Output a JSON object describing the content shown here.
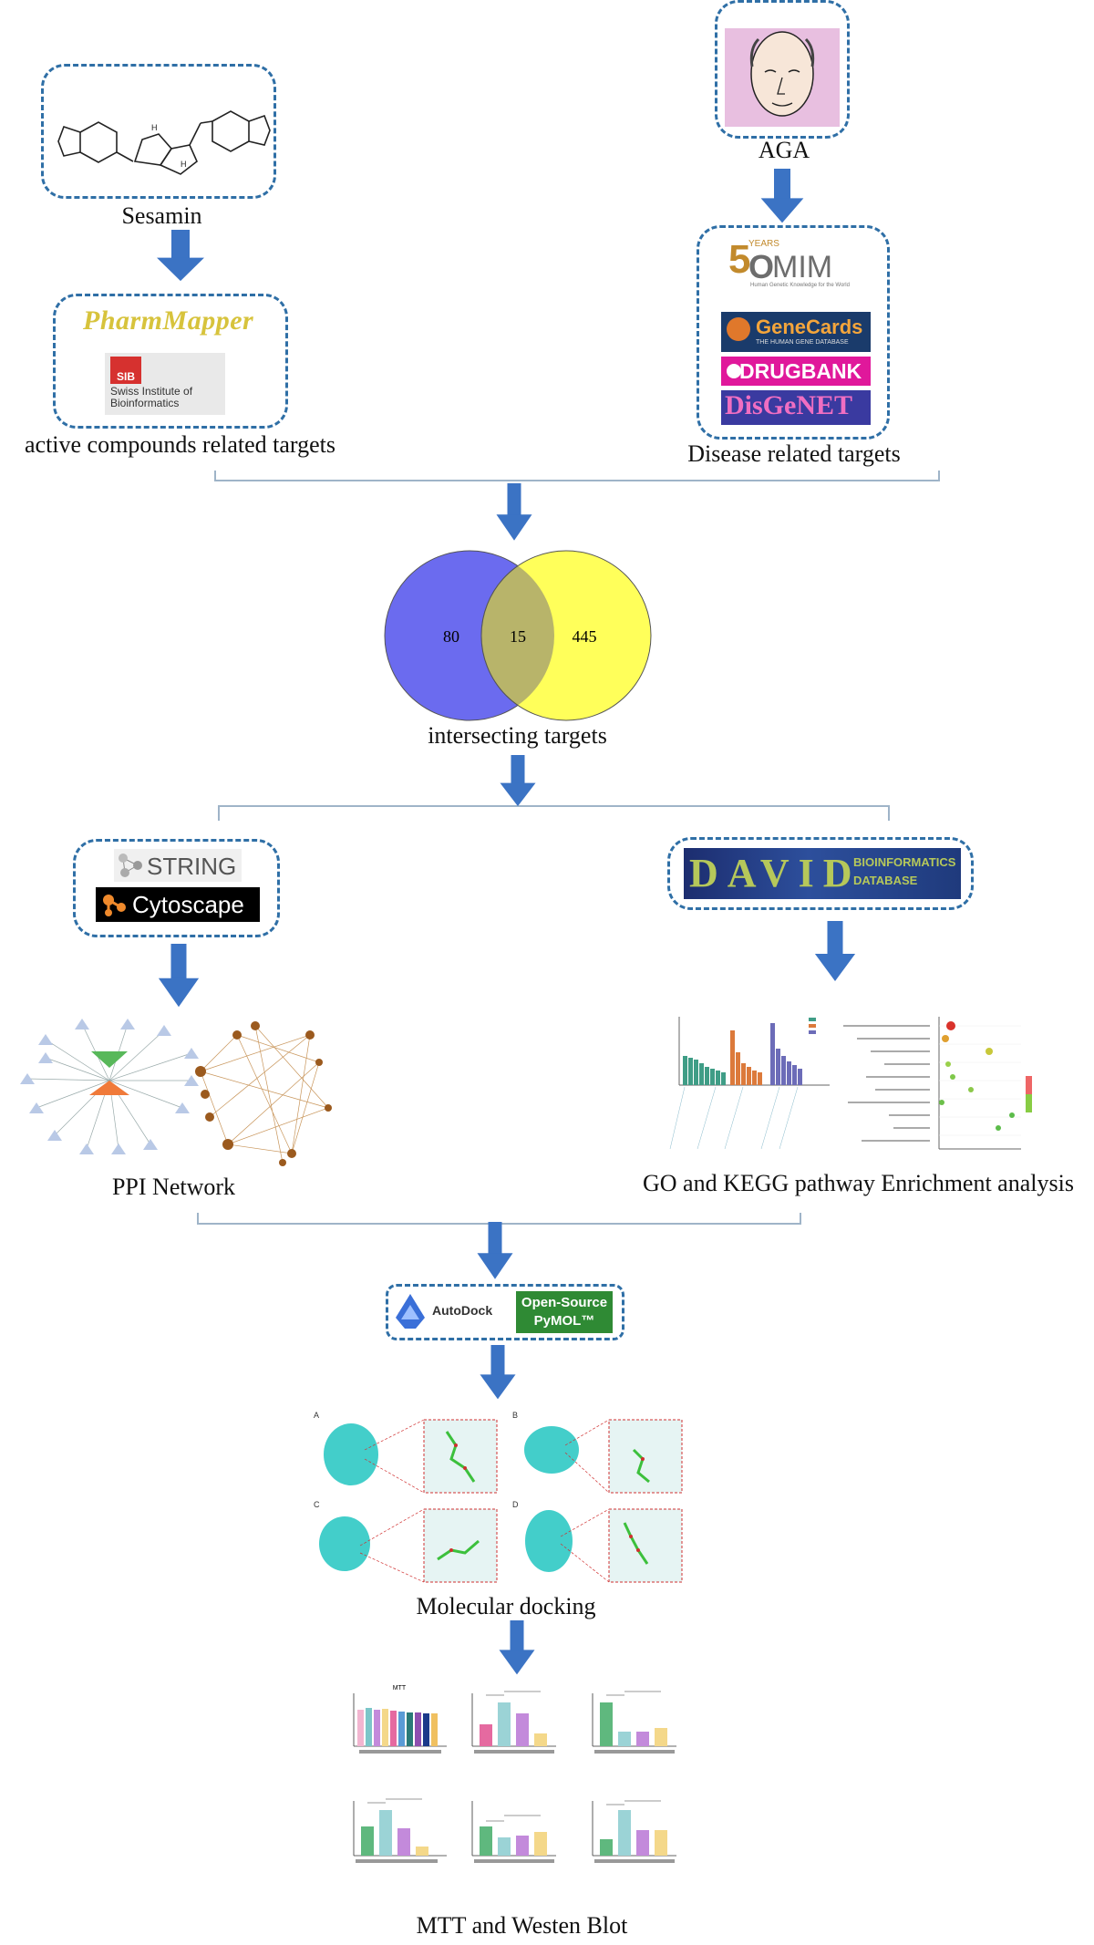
{
  "labels": {
    "sesamin": "Sesamin",
    "aga": "AGA",
    "active_targets": "active compounds related targets",
    "disease_targets": "Disease related targets",
    "intersecting": "intersecting targets",
    "ppi": "PPI Network",
    "go_kegg": "GO and KEGG pathway Enrichment analysis",
    "docking": "Molecular docking",
    "mtt_wb": "MTT and Westen Blot"
  },
  "venn": {
    "left_only": "80",
    "overlap": "15",
    "right_only": "445",
    "left_color": "#6b6bef",
    "right_color": "#ffff5a",
    "overlap_color": "#b8b46a"
  },
  "tools": {
    "pharmmapper": "PharmMapper",
    "sib_short": "SIB",
    "sib_name_1": "Swiss Institute of",
    "sib_name_2": "Bioinformatics",
    "omim_years": "YEARS",
    "omim": "MIM",
    "omim_tag": "Human Genetic Knowledge for the World",
    "genecards": "GeneCards",
    "genecards_sub": "THE HUMAN GENE DATABASE",
    "drugbank": "DRUGBANK",
    "disgenet": "DisGeNET",
    "string": "STRING",
    "cytoscape": "Cytoscape",
    "david": "DAVID",
    "david_sub1": "BIOINFORMATICS",
    "david_sub2": "DATABASE",
    "autodock": "AutoDock",
    "pymol_1": "Open-Source",
    "pymol_2": "PyMOL™"
  },
  "panels": {
    "a": "A",
    "b": "B",
    "c": "C",
    "d": "D",
    "mtt_title": "MTT"
  },
  "colors": {
    "arrow": "#3b73c4",
    "dash_border": "#2f6fa6",
    "accent_bracket": "#9fb4c8"
  }
}
